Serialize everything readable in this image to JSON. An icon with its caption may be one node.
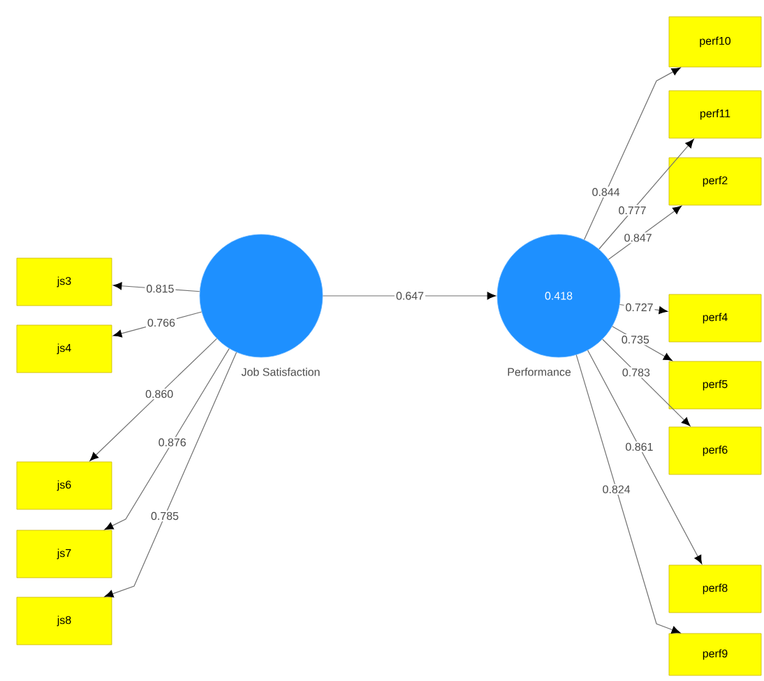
{
  "diagram": {
    "nodes": [
      {
        "text": [
          "Job Satisfaction"
        ]
      },
      {
        "text": [
          "0.418",
          "Performance"
        ]
      },
      {
        "text": [
          "js3"
        ]
      },
      {
        "text": [
          "js4"
        ]
      },
      {
        "text": [
          "js6"
        ]
      },
      {
        "text": [
          "js7"
        ]
      },
      {
        "text": [
          "js8"
        ]
      },
      {
        "text": [
          "perf10"
        ]
      },
      {
        "text": [
          "perf11"
        ]
      },
      {
        "text": [
          "perf2"
        ]
      },
      {
        "text": [
          "perf4"
        ]
      },
      {
        "text": [
          "perf5"
        ]
      },
      {
        "text": [
          "perf6"
        ]
      },
      {
        "text": [
          "perf8"
        ]
      },
      {
        "text": [
          "perf9"
        ]
      }
    ],
    "edges": [
      {
        "from": 0,
        "to": 1,
        "arrow": "to",
        "label": "0.647"
      },
      {
        "from": 0,
        "to": 2,
        "arrow": "to",
        "label": "0.815"
      },
      {
        "from": 0,
        "to": 3,
        "arrow": "to",
        "label": "0.766"
      },
      {
        "from": 0,
        "to": 4,
        "arrow": "to",
        "label": "0.860"
      },
      {
        "from": 0,
        "to": 5,
        "arrow": "to",
        "label": "0.876"
      },
      {
        "from": 0,
        "to": 6,
        "arrow": "to",
        "label": "0.785"
      },
      {
        "from": 1,
        "to": 7,
        "arrow": "to",
        "label": "0.844"
      },
      {
        "from": 1,
        "to": 8,
        "arrow": "to",
        "label": "0.777"
      },
      {
        "from": 1,
        "to": 9,
        "arrow": "to",
        "label": "0.847"
      },
      {
        "from": 1,
        "to": 10,
        "arrow": "to",
        "label": "0.727"
      },
      {
        "from": 1,
        "to": 11,
        "arrow": "to",
        "label": "0.735"
      },
      {
        "from": 1,
        "to": 12,
        "arrow": "to",
        "label": "0.783"
      },
      {
        "from": 1,
        "to": 13,
        "arrow": "to",
        "label": "0.861"
      },
      {
        "from": 1,
        "to": 14,
        "arrow": "to",
        "label": "0.824"
      }
    ]
  }
}
